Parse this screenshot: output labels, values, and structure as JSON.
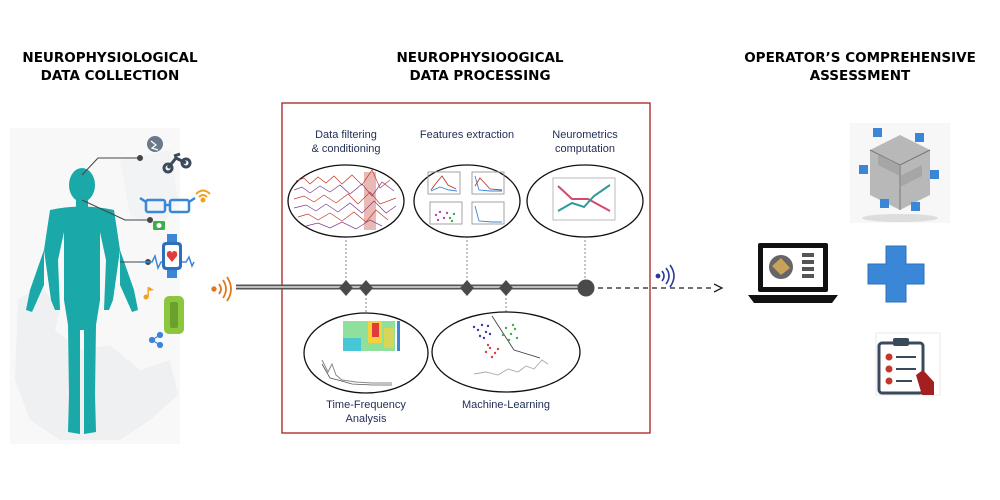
{
  "sections": {
    "collection_title": "NEUROPHYSIOLOGICAL\nDATA COLLECTION",
    "processing_title": "NEUROPHYSIOOGICAL\nDATA PROCESSING",
    "assessment_title": "OPERATOR’S COMPREHENSIVE\nASSESSMENT"
  },
  "processing_steps": {
    "filtering": "Data filtering\n& conditioning",
    "features": "Features extraction",
    "neurometrics": "Neurometrics\ncomputation",
    "time_frequency": "Time-Frequency\nAnalysis",
    "machine_learning": "Machine-Learning"
  },
  "colors": {
    "body": "#1aa8a8",
    "frame": "#a41f1f",
    "accent_blue": "#3a87d8",
    "orange": "#e07820"
  },
  "icons": [
    "brain-icon",
    "bike-icon",
    "glasses-icon",
    "wifi-icon",
    "camera-icon",
    "smartwatch-icon",
    "music-icon",
    "wristband-icon",
    "share-icon",
    "radio-wave-icon",
    "laptop-icon",
    "cube-icon",
    "plus-icon",
    "checklist-icon"
  ]
}
